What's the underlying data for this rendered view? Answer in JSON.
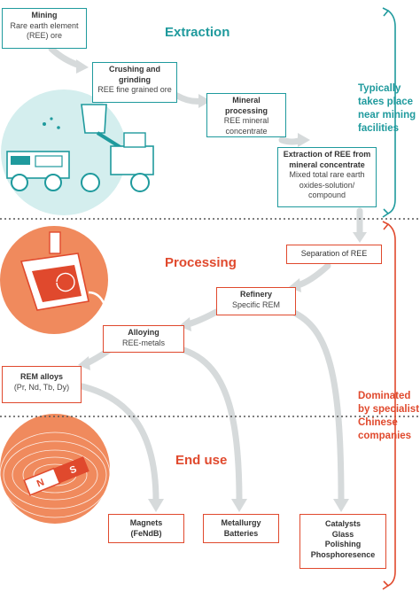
{
  "stages": {
    "extraction": "Extraction",
    "processing": "Processing",
    "end_use": "End use"
  },
  "boxes": {
    "mining": {
      "title": "Mining",
      "sub": [
        "Rare earth element",
        "(REE) ore"
      ]
    },
    "crushing": {
      "title": [
        "Crushing and",
        "grinding"
      ],
      "sub": [
        "REE fine grained ore"
      ]
    },
    "mineral_processing": {
      "title": "Mineral processing",
      "sub": [
        "REE mineral",
        "concentrate"
      ]
    },
    "extraction_ree": {
      "title": [
        "Extraction of REE from",
        "mineral concentrate"
      ],
      "sub": [
        "Mixed total rare earth",
        "oxides-solution/",
        "compound"
      ]
    },
    "separation": {
      "title": "Separation of REE"
    },
    "refinery": {
      "title": "Refinery",
      "sub": [
        "Specific REM"
      ]
    },
    "alloying": {
      "title": "Alloying",
      "sub": [
        "REE-metals"
      ]
    },
    "rem_alloys": {
      "title": "REM alloys",
      "sub": [
        "(Pr, Nd, Tb, Dy)"
      ]
    },
    "magnets": {
      "title": [
        "Magnets",
        "(FeNdB)"
      ]
    },
    "metallurgy": {
      "title": [
        "Metallurgy",
        "Batteries"
      ]
    },
    "catalysts": {
      "title": [
        "Catalysts",
        "Glass",
        "Polishing",
        "Phosphoresence"
      ]
    }
  },
  "notes": {
    "mining_facilities": [
      "Typically",
      "takes place",
      "near mining",
      "facilities"
    ],
    "chinese": [
      "Dominated",
      "by specialist",
      "Chinese",
      "companies"
    ]
  },
  "magnet_letters": {
    "north": "N",
    "south": "S"
  },
  "colors": {
    "teal": "#1f9a9d",
    "red": "#e0492d",
    "orange_circle": "#f08a5d",
    "light_teal_circle": "#d4eeee",
    "arrow_grey": "#d6dadb"
  }
}
